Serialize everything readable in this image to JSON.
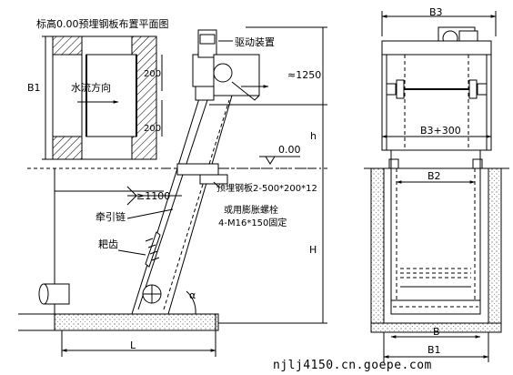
{
  "labels": {
    "plan_title": "标高0.00预埋钢板布置平面图",
    "b1_left": "B1",
    "dim_200_top": "200",
    "dim_200_bottom": "200",
    "flow_direction": "水流方向",
    "drive_unit": "驱动装置",
    "dim_1250": "≈1250",
    "h_small": "h",
    "elevation_zero": "0.00",
    "dim_1100": "≥1100",
    "embedded_plate": "预埋钢板2-500*200*12",
    "or_expansion_bolt": "或用膨胀螺栓",
    "bolt_spec": "4-M16*150固定",
    "traction_chain": "牵引链",
    "rake_teeth": "耙齿",
    "h_large": "H",
    "alpha": "α",
    "l_dim": "L",
    "b3_top": "B3",
    "b3_plus_300": "B3+300",
    "b2": "B2",
    "b_dim": "B",
    "b1_bottom": "B1",
    "watermark": "njlj4150.cn.goepe.com"
  }
}
